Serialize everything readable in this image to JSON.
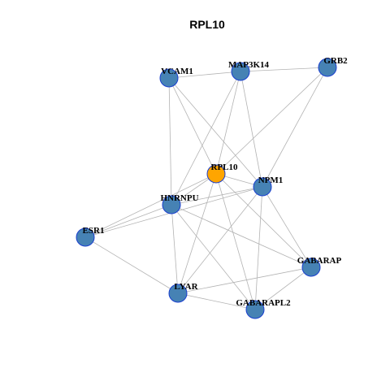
{
  "title": "RPL10",
  "colors": {
    "node_fill": "#4682B4",
    "highlight_fill": "#FFA500",
    "node_stroke": "#1a3fcf",
    "edge": "#b3b3b3",
    "background": "#ffffff"
  },
  "nodes": [
    {
      "id": "VCAM1",
      "label": "VCAM1",
      "highlight": false
    },
    {
      "id": "MAP3K14",
      "label": "MAP3K14",
      "highlight": false
    },
    {
      "id": "GRB2",
      "label": "GRB2",
      "highlight": false
    },
    {
      "id": "RPL10",
      "label": "RPL10",
      "highlight": true
    },
    {
      "id": "NPM1",
      "label": "NPM1",
      "highlight": false
    },
    {
      "id": "HNRNPU",
      "label": "HNRNPU",
      "highlight": false
    },
    {
      "id": "ESR1",
      "label": "ESR1",
      "highlight": false
    },
    {
      "id": "GABARAP",
      "label": "GABARAP",
      "highlight": false
    },
    {
      "id": "LYAR",
      "label": "LYAR",
      "highlight": false
    },
    {
      "id": "GABARAPL2",
      "label": "GABARAPL2",
      "highlight": false
    }
  ],
  "edges": [
    [
      "VCAM1",
      "MAP3K14"
    ],
    [
      "MAP3K14",
      "GRB2"
    ],
    [
      "VCAM1",
      "HNRNPU"
    ],
    [
      "VCAM1",
      "NPM1"
    ],
    [
      "VCAM1",
      "RPL10"
    ],
    [
      "MAP3K14",
      "RPL10"
    ],
    [
      "MAP3K14",
      "NPM1"
    ],
    [
      "MAP3K14",
      "HNRNPU"
    ],
    [
      "GRB2",
      "RPL10"
    ],
    [
      "GRB2",
      "NPM1"
    ],
    [
      "RPL10",
      "NPM1"
    ],
    [
      "RPL10",
      "HNRNPU"
    ],
    [
      "RPL10",
      "ESR1"
    ],
    [
      "RPL10",
      "LYAR"
    ],
    [
      "RPL10",
      "GABARAPL2"
    ],
    [
      "RPL10",
      "GABARAP"
    ],
    [
      "NPM1",
      "HNRNPU"
    ],
    [
      "NPM1",
      "LYAR"
    ],
    [
      "NPM1",
      "GABARAP"
    ],
    [
      "NPM1",
      "GABARAPL2"
    ],
    [
      "HNRNPU",
      "ESR1"
    ],
    [
      "HNRNPU",
      "LYAR"
    ],
    [
      "HNRNPU",
      "GABARAPL2"
    ],
    [
      "HNRNPU",
      "GABARAP"
    ],
    [
      "ESR1",
      "NPM1"
    ],
    [
      "ESR1",
      "LYAR"
    ],
    [
      "LYAR",
      "GABARAPL2"
    ],
    [
      "LYAR",
      "GABARAP"
    ],
    [
      "GABARAP",
      "GABARAPL2"
    ]
  ]
}
